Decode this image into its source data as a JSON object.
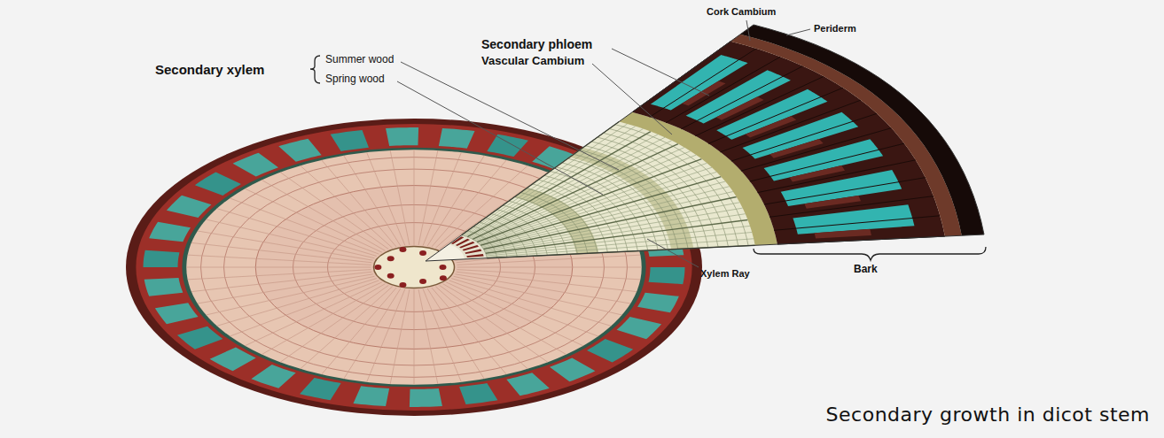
{
  "diagram": {
    "caption": "Secondary growth in dicot stem",
    "labels": [
      "Cork Cambium",
      "Periderm",
      "Secondary phloem",
      "Vascular Cambium",
      "Secondary xylem",
      "Summer wood",
      "Spring wood",
      "Xylem Ray",
      "Bark"
    ]
  }
}
